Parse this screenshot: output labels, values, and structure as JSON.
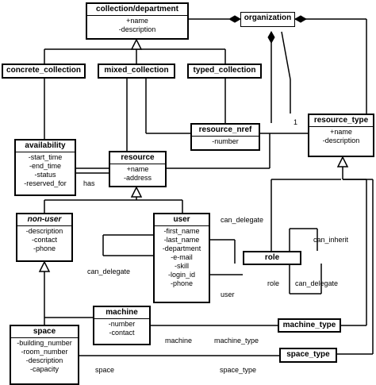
{
  "classes": {
    "collection_department": {
      "name": "collection/department",
      "attrs": [
        "+name",
        "-description"
      ]
    },
    "organization": {
      "name": "organization"
    },
    "concrete_collection": {
      "name": "concrete_collection"
    },
    "mixed_collection": {
      "name": "mixed_collection"
    },
    "typed_collection": {
      "name": "typed_collection"
    },
    "resource_nref": {
      "name": "resource_nref",
      "attrs": [
        "-number"
      ]
    },
    "resource_type": {
      "name": "resource_type",
      "attrs": [
        "+name",
        "-description"
      ]
    },
    "availability": {
      "name": "availability",
      "attrs": [
        "-start_time",
        "-end_time",
        "-status",
        "-reserved_for"
      ]
    },
    "resource": {
      "name": "resource",
      "attrs": [
        "+name",
        "-address"
      ]
    },
    "non_user": {
      "name": "non-user",
      "attrs": [
        "-description",
        "-contact",
        "-phone"
      ]
    },
    "user": {
      "name": "user",
      "attrs": [
        "-first_name",
        "-last_name",
        "-department",
        "-e-mail",
        "-skill",
        "-login_id",
        "-phone"
      ]
    },
    "role": {
      "name": "role"
    },
    "machine": {
      "name": "machine",
      "attrs": [
        "-number",
        "-contact"
      ]
    },
    "machine_type": {
      "name": "machine_type"
    },
    "space": {
      "name": "space",
      "attrs": [
        "-building_number",
        "-room_number",
        "-description",
        "-capacity"
      ]
    },
    "space_type": {
      "name": "space_type"
    }
  },
  "labels": {
    "multiplicity_1": "1",
    "has": "has",
    "can_delegate_top": "can_delegate",
    "can_inherit": "can_inherit",
    "can_delegate_left": "can_delegate",
    "role": "role",
    "can_delegate_right": "can_delegate",
    "user": "user",
    "machine": "machine",
    "machine_type": "machine_type",
    "space": "space",
    "space_type": "space_type"
  }
}
